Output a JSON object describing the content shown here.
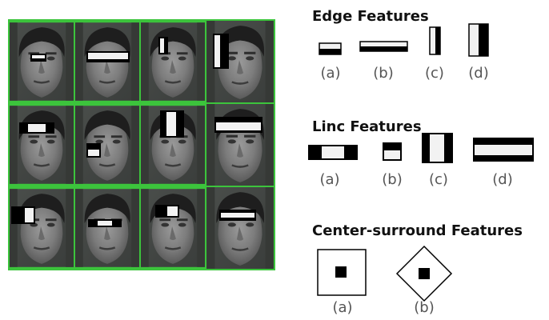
{
  "sections": {
    "edge": {
      "title": "Edge Features",
      "labels": [
        "(a)",
        "(b)",
        "(c)",
        "(d)"
      ]
    },
    "line": {
      "title": "Linc Features",
      "labels": [
        "(a)",
        "(b)",
        "(c)",
        "(d)"
      ]
    },
    "center": {
      "title": "Center-surround Features",
      "labels": [
        "(a)",
        "(b)"
      ]
    }
  },
  "face_grid": {
    "rows": 3,
    "cols": 4,
    "divider_color": "#3cc43c",
    "tile_background": "#3f4340"
  },
  "colors": {
    "feature_black": "#000000",
    "feature_white": "#f2f2f2",
    "heading_text": "#111111",
    "label_text": "#555555"
  }
}
